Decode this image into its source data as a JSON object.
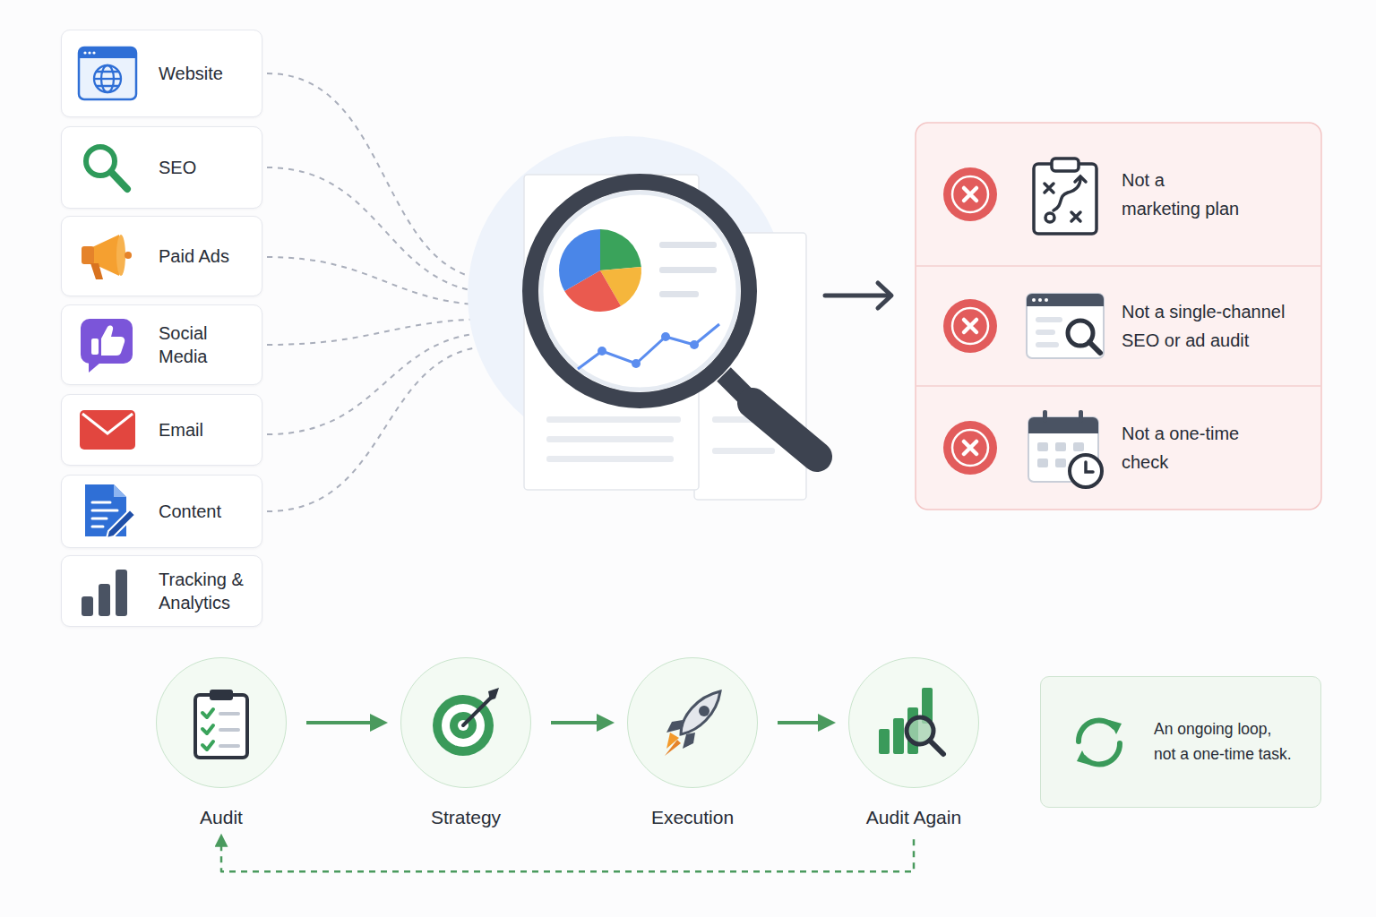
{
  "diagram": {
    "nodes": [
      {
        "text": [
          "Website"
        ]
      },
      {
        "text": [
          "SEO"
        ]
      },
      {
        "text": [
          "Paid Ads"
        ]
      },
      {
        "text": [
          "Social Media"
        ]
      },
      {
        "text": [
          "Email"
        ]
      },
      {
        "text": [
          "Content"
        ]
      },
      {
        "text": [
          "Tracking & Analytics"
        ]
      },
      {
        "text": [
          "Not a marketing plan"
        ]
      },
      {
        "text": [
          "Not a single-channel SEO or ad audit"
        ]
      },
      {
        "text": [
          "Not a one-time check"
        ]
      },
      {
        "text": [
          "Audit"
        ]
      },
      {
        "text": [
          "Strategy"
        ]
      },
      {
        "text": [
          "Execution"
        ]
      },
      {
        "text": [
          "Audit Again"
        ]
      },
      {
        "text": [
          "An ongoing loop, not a one-time task."
        ]
      }
    ],
    "edges": [
      {
        "from": 10,
        "to": 11,
        "arrow": "to"
      },
      {
        "from": 11,
        "to": 12,
        "arrow": "to"
      },
      {
        "from": 12,
        "to": 13,
        "arrow": "to"
      },
      {
        "from": 13,
        "to": 10,
        "arrow": "to"
      }
    ]
  }
}
